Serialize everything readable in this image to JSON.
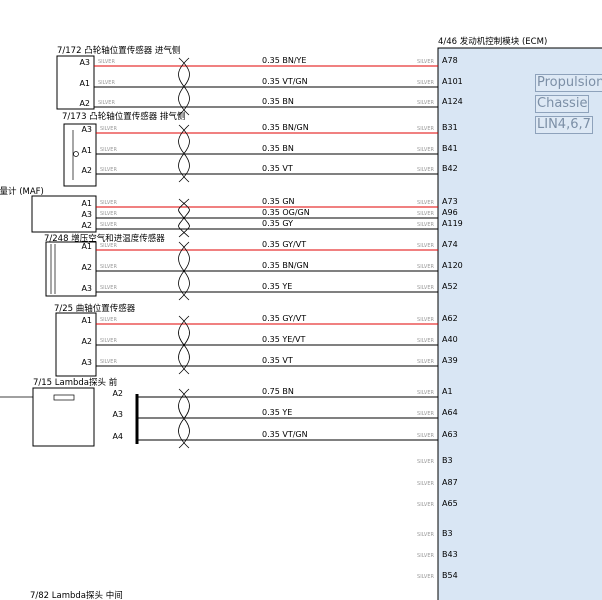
{
  "colors": {
    "ecm_fill": "#d9e6f4",
    "wire_red": "#e00000",
    "wire_black": "#000000",
    "label_gray": "#9a9a9a"
  },
  "ecm": {
    "title": "4/46 发动机控制模块 (ECM)",
    "tags": [
      "Propulsion",
      "Chassie",
      "LIN4,6,7"
    ]
  },
  "components": [
    {
      "id": "c1",
      "title": "7/172 凸轮轴位置传感器 进气侧",
      "pins": [
        {
          "pin": "A3",
          "gauge": "0.35 BN/YE",
          "ecm_pin": "A78",
          "color": "red"
        },
        {
          "pin": "A1",
          "gauge": "0.35 VT/GN",
          "ecm_pin": "A101",
          "color": "black"
        },
        {
          "pin": "A2",
          "gauge": "0.35 BN",
          "ecm_pin": "A124",
          "color": "black"
        }
      ]
    },
    {
      "id": "c2",
      "title": "7/173 凸轮轴位置传感器 排气侧",
      "pins": [
        {
          "pin": "A3",
          "gauge": "0.35 BN/GN",
          "ecm_pin": "B31",
          "color": "red"
        },
        {
          "pin": "A1",
          "gauge": "0.35 BN",
          "ecm_pin": "B41",
          "color": "black"
        },
        {
          "pin": "A2",
          "gauge": "0.35 VT",
          "ecm_pin": "B42",
          "color": "black"
        }
      ]
    },
    {
      "id": "c3",
      "title": "空气质量计 (MAF)",
      "pins": [
        {
          "pin": "A1",
          "gauge": "0.35 GN",
          "ecm_pin": "A73",
          "color": "red"
        },
        {
          "pin": "A3",
          "gauge": "0.35 OG/GN",
          "ecm_pin": "A96",
          "color": "black"
        },
        {
          "pin": "A2",
          "gauge": "0.35 GY",
          "ecm_pin": "A119",
          "color": "black"
        }
      ]
    },
    {
      "id": "c4",
      "title": "7/248 增压空气和进温度传感器",
      "pins": [
        {
          "pin": "A1",
          "gauge": "0.35 GY/VT",
          "ecm_pin": "A74",
          "color": "red"
        },
        {
          "pin": "A2",
          "gauge": "0.35 BN/GN",
          "ecm_pin": "A120",
          "color": "black"
        },
        {
          "pin": "A3",
          "gauge": "0.35 YE",
          "ecm_pin": "A52",
          "color": "black"
        }
      ]
    },
    {
      "id": "c5",
      "title": "7/25 曲轴位置传感器",
      "pins": [
        {
          "pin": "A1",
          "gauge": "0.35 GY/VT",
          "ecm_pin": "A62",
          "color": "red"
        },
        {
          "pin": "A2",
          "gauge": "0.35 YE/VT",
          "ecm_pin": "A40",
          "color": "black"
        },
        {
          "pin": "A3",
          "gauge": "0.35 VT",
          "ecm_pin": "A39",
          "color": "black"
        }
      ]
    },
    {
      "id": "c6",
      "title": "7/15 Lambda探头 前",
      "pins": [
        {
          "pin": "A2",
          "gauge": "0.75 BN",
          "ecm_pin": "A1",
          "color": "black"
        },
        {
          "pin": "A3",
          "gauge": "0.35 YE",
          "ecm_pin": "A64",
          "color": "black"
        },
        {
          "pin": "A4",
          "gauge": "0.35 VT/GN",
          "ecm_pin": "A63",
          "color": "black"
        }
      ]
    }
  ],
  "extra_ecm_pins": [
    "B3",
    "A87",
    "A65",
    "B3",
    "B43",
    "B54"
  ],
  "bottom_component": {
    "title": "7/82 Lambda探头 中间"
  },
  "terminal_label": "SILVER"
}
